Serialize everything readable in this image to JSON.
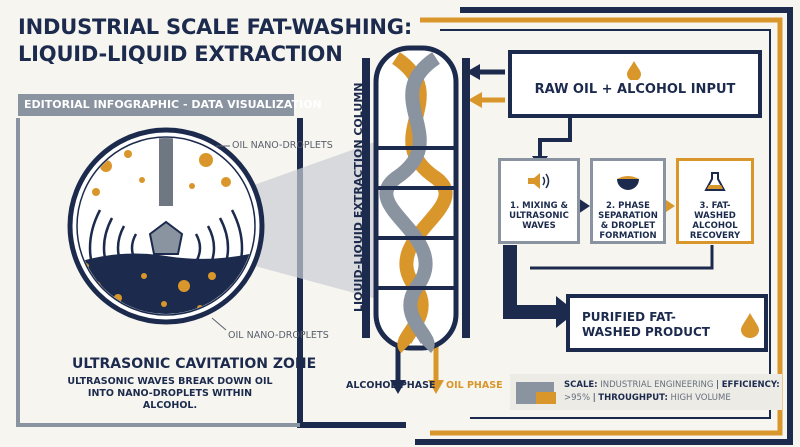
{
  "title": {
    "line1": "INDUSTRIAL SCALE FAT-WASHING:",
    "line2": "LIQUID-LIQUID EXTRACTION"
  },
  "subtitle": "EDITORIAL INFOGRAPHIC - DATA VISUALIZATION",
  "cavitation": {
    "droplet_label_top": "OIL NANO-DROPLETS",
    "droplet_label_bottom": "OIL NANO-DROPLETS",
    "zone_title": "ULTRASONIC CAVITATION ZONE",
    "zone_description": "ULTRASONIC WAVES BREAK DOWN OIL INTO NANO-DROPLETS WITHIN ALCOHOL."
  },
  "column": {
    "label": "LIQUID-LIQUID EXTRACTION COLUMN",
    "alcohol_phase": "ALCOHOL PHASE",
    "oil_phase": "OIL PHASE"
  },
  "input": {
    "label": "RAW OIL + ALCOHOL INPUT",
    "icon": "oil-drop-icon"
  },
  "steps": [
    {
      "label": "1. MIXING & ULTRASONIC WAVES",
      "icon": "speaker-wave-icon"
    },
    {
      "label": "2. PHASE SEPARATION & DROPLET FORMATION",
      "icon": "phase-bowl-icon"
    },
    {
      "label": "3. FAT-WASHED ALCOHOL RECOVERY",
      "icon": "flask-icon"
    }
  ],
  "output": {
    "label": "PURIFIED FAT-WASHED PRODUCT",
    "icon": "oil-drop-icon"
  },
  "footer": {
    "scale_key": "SCALE:",
    "scale_value": "INDUSTRIAL ENGINEERING",
    "efficiency_key": "EFFICIENCY:",
    "efficiency_value": ">95%",
    "throughput_key": "THROUGHPUT:",
    "throughput_value": "HIGH VOLUME"
  },
  "colors": {
    "navy": "#1c2b4d",
    "gold": "#d9962b",
    "grey": "#8a93a0",
    "background": "#f7f5f0"
  }
}
